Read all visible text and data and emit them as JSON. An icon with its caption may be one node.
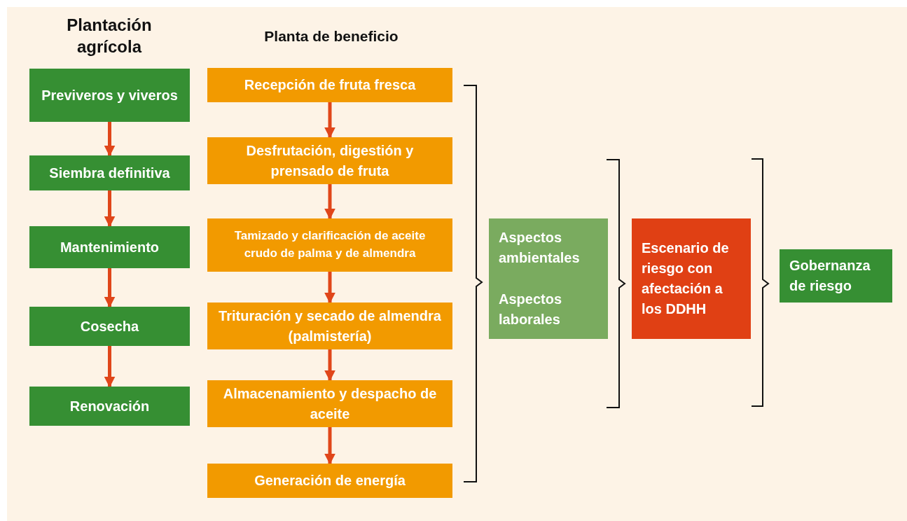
{
  "diagram": {
    "nodes": [
      {
        "text": [
          "Previveros y viveros"
        ]
      },
      {
        "text": [
          "Siembra definitiva"
        ]
      },
      {
        "text": [
          "Mantenimiento"
        ]
      },
      {
        "text": [
          "Cosecha"
        ]
      },
      {
        "text": [
          "Renovación"
        ]
      },
      {
        "text": [
          "Recepción de fruta fresca"
        ]
      },
      {
        "text": [
          "Desfrutación, digestión y prensado de fruta"
        ]
      },
      {
        "text": [
          "Tamizado y clarificación de aceite crudo de palma y de almendra"
        ]
      },
      {
        "text": [
          "Trituración y secado de almendra (palmistería)"
        ]
      },
      {
        "text": [
          "Almacenamiento y despacho de aceite"
        ]
      },
      {
        "text": [
          "Generación de energía"
        ]
      },
      {
        "text": [
          "Aspectos ambientales",
          "Aspectos laborales"
        ]
      },
      {
        "text": [
          "Escenario de riesgo con afectación a los DDHH"
        ]
      },
      {
        "text": [
          "Gobernanza de riesgo"
        ]
      }
    ],
    "edges": [
      {
        "from": 0,
        "to": 1,
        "arrow": "to"
      },
      {
        "from": 1,
        "to": 2,
        "arrow": "to"
      },
      {
        "from": 2,
        "to": 3,
        "arrow": "to"
      },
      {
        "from": 3,
        "to": 4,
        "arrow": "to"
      },
      {
        "from": 5,
        "to": 6,
        "arrow": "to"
      },
      {
        "from": 6,
        "to": 7,
        "arrow": "to"
      },
      {
        "from": 7,
        "to": 8,
        "arrow": "to"
      },
      {
        "from": 8,
        "to": 9,
        "arrow": "to"
      },
      {
        "from": 9,
        "to": 10,
        "arrow": "to"
      }
    ],
    "labels": [
      "Plantación agrícola",
      "Planta de beneficio"
    ]
  }
}
